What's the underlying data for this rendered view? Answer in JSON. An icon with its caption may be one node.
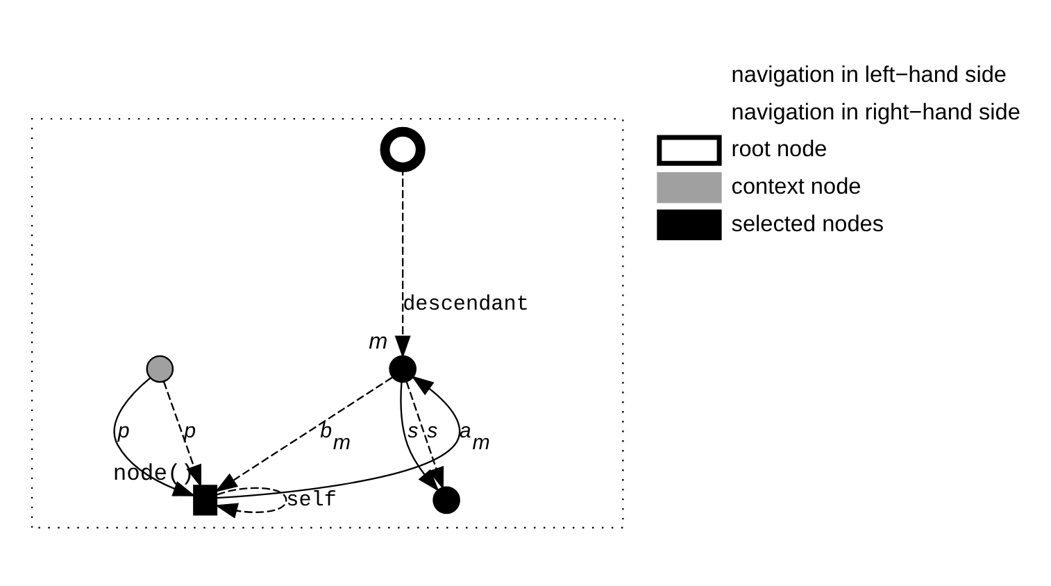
{
  "diagram": {
    "nodes": [
      {
        "text": [],
        "shape": "triangle"
      },
      {
        "text": [],
        "shape": "circle",
        "in": 0
      },
      {
        "text": [],
        "shape": "circle",
        "in": 0
      },
      {
        "text": [],
        "shape": "circle",
        "in": 0,
        "beside": [
          "m"
        ]
      },
      {
        "text": [],
        "shape": "circle",
        "in": 0
      },
      {
        "text": [],
        "shape": "box",
        "in": 0,
        "beside": [
          "node()"
        ]
      }
    ],
    "edges": [
      {
        "from": 1,
        "to": 3,
        "arrow": "to",
        "style": "dashed",
        "label": "descendant"
      },
      {
        "from": 2,
        "to": 5,
        "arrow": "to",
        "label": "p"
      },
      {
        "from": 2,
        "to": 5,
        "arrow": "to",
        "style": "dashed",
        "label": "p"
      },
      {
        "from": 3,
        "to": 4,
        "arrow": "to",
        "label": "s"
      },
      {
        "from": 3,
        "to": 4,
        "arrow": "to",
        "style": "dashed",
        "label": "s"
      },
      {
        "from": 3,
        "to": 5,
        "arrow": "to",
        "style": "dashed",
        "label": "b$_{m}$"
      },
      {
        "from": 5,
        "to": 3,
        "arrow": "to",
        "label": "a$_{m}$"
      },
      {
        "from": 5,
        "to": 5,
        "arrow": "to",
        "style": "dashed",
        "label": "self"
      }
    ],
    "legend": [
      {
        "text": "navigation in left−hand side"
      },
      {
        "text": "navigation in right−hand side"
      },
      {
        "text": "root node"
      },
      {
        "text": "context node"
      },
      {
        "text": "selected nodes"
      }
    ]
  }
}
